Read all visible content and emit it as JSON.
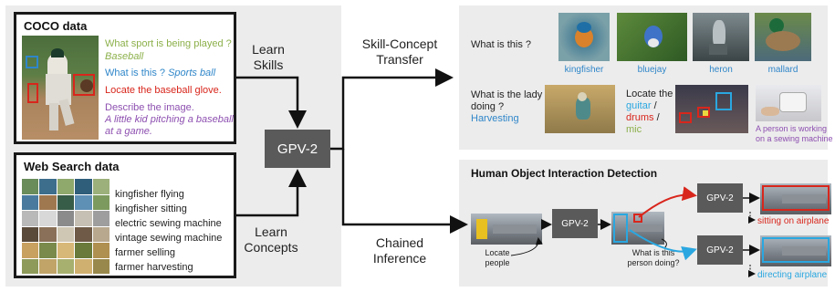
{
  "coco": {
    "title": "COCO data",
    "q1": "What sport is being played ?",
    "a1": "Baseball",
    "q2": "What is this ?",
    "a2": "Sports ball",
    "q3": "Locate the baseball glove.",
    "q4": "Describe the image.",
    "a4_line1": "A little kid pitching a baseball",
    "a4_line2": "at a game."
  },
  "web": {
    "title": "Web Search data",
    "items": [
      "kingfisher flying",
      "kingfisher sitting",
      "electric sewing machine",
      "vintage sewing machine",
      "farmer selling",
      "farmer harvesting"
    ]
  },
  "labels": {
    "learn_skills_1": "Learn",
    "learn_skills_2": "Skills",
    "learn_concepts_1": "Learn",
    "learn_concepts_2": "Concepts",
    "gpv_main": "GPV-2",
    "transfer_1": "Skill-Concept",
    "transfer_2": "Transfer",
    "chained_1": "Chained",
    "chained_2": "Inference"
  },
  "transfer": {
    "q_what": "What is this ?",
    "birds": [
      "kingfisher",
      "bluejay",
      "heron",
      "mallard"
    ],
    "q_lady_1": "What is the lady",
    "q_lady_2": "doing ?",
    "a_lady": "Harvesting",
    "locate_the": "Locate the",
    "guitar": "guitar",
    "slash": " /",
    "drums": "drums",
    "mic": "mic",
    "sewing_1": "A person is working",
    "sewing_2": "on a sewing machine"
  },
  "hoi": {
    "title": "Human Object Interaction Detection",
    "gpv": "GPV-2",
    "locate_1": "Locate",
    "locate_2": "people",
    "q_1": "What is this",
    "q_2": "person doing?",
    "out_red": "sitting on airplane",
    "out_blue": "directing airplane"
  },
  "colors": {
    "green": "#8cb04a",
    "blue": "#2f86c9",
    "red": "#d8261c",
    "purple": "#8d4fb0",
    "gray_box": "#5a5a5a",
    "panel": "#ececec",
    "cyan": "#2aa7e0"
  }
}
